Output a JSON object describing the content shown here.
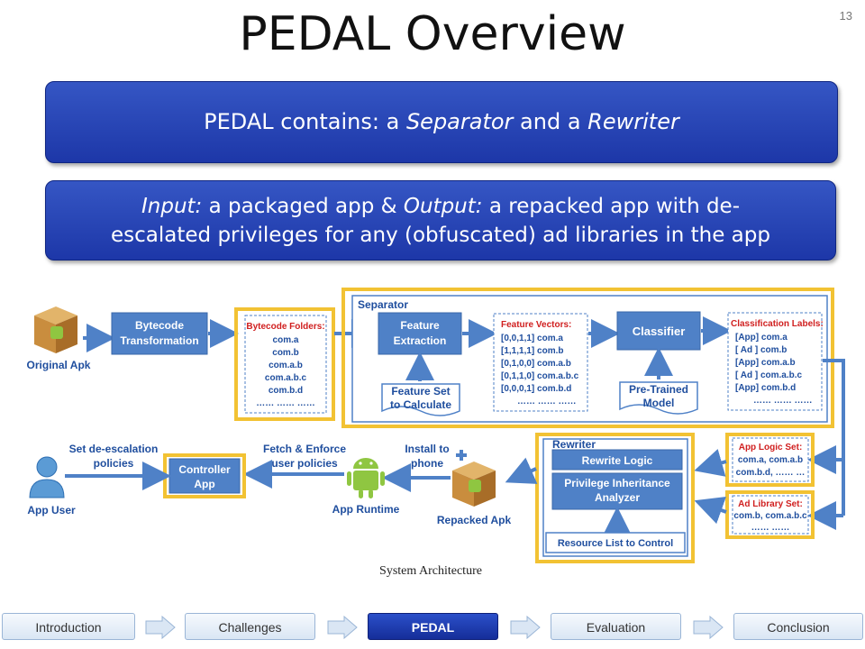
{
  "slide": {
    "title": "PEDAL Overview",
    "page_number": "13"
  },
  "banner1": {
    "prefix": "PEDAL contains: a ",
    "em1": "Separator",
    "mid": " and a ",
    "em2": "Rewriter"
  },
  "banner2": {
    "em1": "Input:",
    "part1": " a packaged app & ",
    "em2": "Output:",
    "part2": " a repacked app with de-",
    "line2": "escalated privileges for any (obfuscated) ad libraries in the app"
  },
  "diagram": {
    "original_apk": "Original Apk",
    "bytecode_transformation": [
      "Bytecode",
      "Transformation"
    ],
    "bytecode_folders": {
      "title": "Bytecode Folders:",
      "items": [
        "com.a",
        "com.b",
        "com.a.b",
        "com.a.b.c",
        "com.b.d",
        "…… …… ……"
      ]
    },
    "separator_label": "Separator",
    "feature_extraction": [
      "Feature",
      "Extraction"
    ],
    "feature_set": [
      "Feature Set",
      "to Calculate"
    ],
    "feature_vectors": {
      "title": "Feature Vectors:",
      "items": [
        "[0,0,1,1] com.a",
        "[1,1,1,1] com.b",
        "[0,1,0,0] com.a.b",
        "[0,1,1,0] com.a.b.c",
        "[0,0,0,1] com.b.d",
        "…… …… ……"
      ]
    },
    "classifier": "Classifier",
    "pretrained_model": [
      "Pre-Trained",
      "Model"
    ],
    "classification_labels": {
      "title": "Classification Labels:",
      "items": [
        "[App] com.a",
        "[ Ad ] com.b",
        "[App] com.a.b",
        "[ Ad ] com.a.b.c",
        "[App] com.b.d",
        "…… …… ……"
      ]
    },
    "rewriter_label": "Rewriter",
    "rewrite_logic": "Rewrite Logic",
    "privilege_inheritance": [
      "Privilege Inheritance",
      "Analyzer"
    ],
    "resource_list": "Resource List to Control",
    "app_logic_set": {
      "title": "App Logic Set:",
      "items": [
        "com.a, com.a.b",
        "com.b.d, …… …"
      ]
    },
    "ad_library_set": {
      "title": "Ad Library Set:",
      "items": [
        "com.b, com.a.b.c",
        "…… ……"
      ]
    },
    "repacked_apk": "Repacked Apk",
    "install_to_phone": [
      "Install to",
      "phone"
    ],
    "app_runtime": "App Runtime",
    "fetch_enforce": [
      "Fetch & Enforce",
      "user policies"
    ],
    "controller_app": [
      "Controller",
      "App"
    ],
    "set_policies": [
      "Set de-escalation",
      "policies"
    ],
    "app_user": "App User",
    "caption": "System Architecture"
  },
  "nav": {
    "tabs": [
      "Introduction",
      "Challenges",
      "PEDAL",
      "Evaluation",
      "Conclusion"
    ],
    "active": "PEDAL"
  },
  "colors": {
    "banner": "#1d37a8",
    "diagram_blue": "#4f81c7",
    "highlight_yellow": "#f2c233",
    "label_red": "#d01f1f",
    "label_blue": "#1f4e9e"
  }
}
